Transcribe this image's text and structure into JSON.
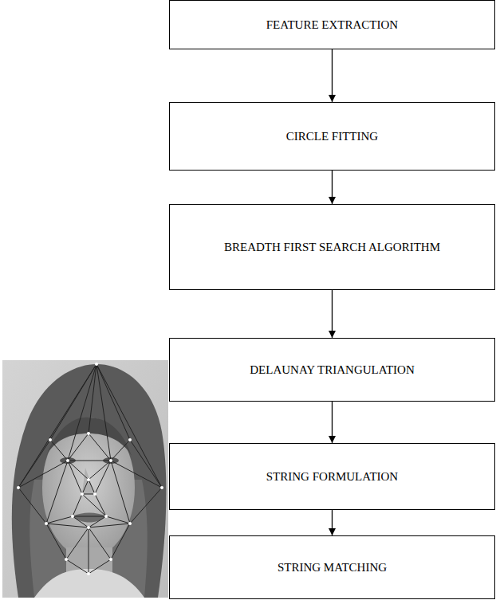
{
  "diagram": {
    "nodes": [
      {
        "text": [
          "FEATURE EXTRACTION"
        ]
      },
      {
        "text": [
          "CIRCLE FITTING"
        ]
      },
      {
        "text": [
          "BREADTH FIRST SEARCH ALGORITHM"
        ]
      },
      {
        "text": [
          "DELAUNAY TRIANGULATION"
        ]
      },
      {
        "text": [
          "STRING FORMULATION"
        ]
      },
      {
        "text": [
          "STRING MATCHING"
        ]
      }
    ],
    "edges": [
      {
        "from": 0,
        "to": 1,
        "arrow": "to"
      },
      {
        "from": 1,
        "to": 2,
        "arrow": "to"
      },
      {
        "from": 2,
        "to": 3,
        "arrow": "to"
      },
      {
        "from": 3,
        "to": 4,
        "arrow": "to"
      },
      {
        "from": 4,
        "to": 5,
        "arrow": "to"
      }
    ]
  }
}
